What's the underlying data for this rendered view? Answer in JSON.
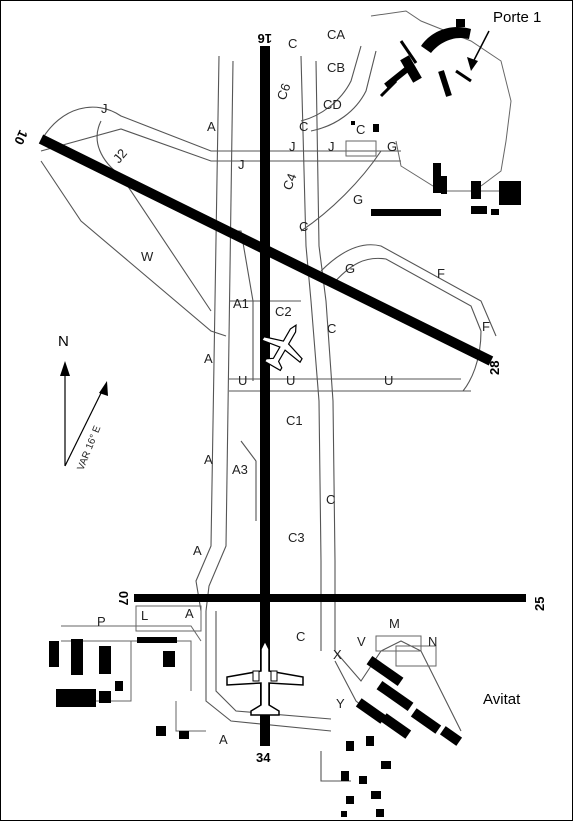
{
  "map": {
    "terminal_label": "Porte 1",
    "fbo_label": "Avitat",
    "north_label": "N",
    "magvar_label": "VAR 16° E",
    "runways": {
      "r10": "10",
      "r28": "28",
      "r16": "16",
      "r34": "34",
      "r07": "07",
      "r25": "25"
    },
    "taxiways": {
      "ca": "CA",
      "cb": "CB",
      "cd": "CD",
      "c6": "C6",
      "c4": "C4",
      "c2": "C2",
      "c1": "C1",
      "c3": "C3",
      "c_1": "C",
      "c_2": "C",
      "c_3": "C",
      "c_4": "C",
      "c_5": "C",
      "c_6": "C",
      "c_7": "C",
      "j_1": "J",
      "j_2": "J",
      "j_3": "J",
      "j_4": "J",
      "j2": "J2",
      "a_1": "A",
      "a_2": "A",
      "a_3": "A",
      "a_4": "A",
      "a_5": "A",
      "a_6": "A",
      "a1": "A1",
      "a3": "A3",
      "g_1": "G",
      "g_2": "G",
      "g_3": "G",
      "f_1": "F",
      "f_2": "F",
      "w": "W",
      "u_1": "U",
      "u_2": "U",
      "u_3": "U",
      "l": "L",
      "p": "P",
      "x": "X",
      "v": "V",
      "m": "M",
      "n": "N",
      "y": "Y"
    }
  }
}
